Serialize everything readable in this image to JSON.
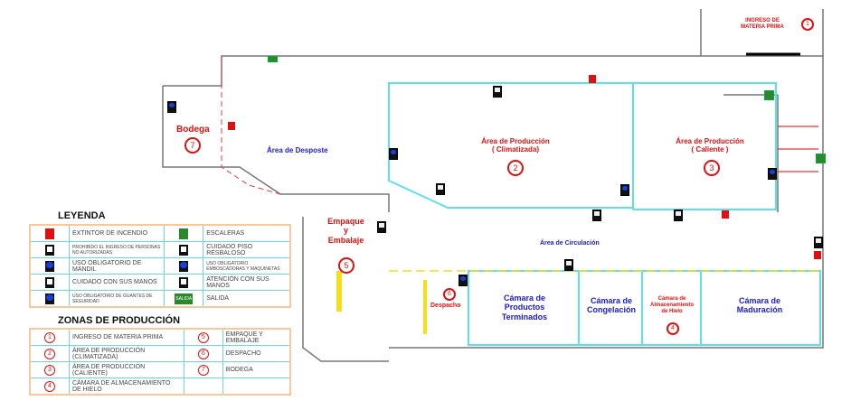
{
  "areas": {
    "bodega": "Bodega",
    "bodega_num": "7",
    "desposte": "Área de Desposte",
    "climatizada": [
      "Área de Producción",
      "( Climatizada)"
    ],
    "climatizada_num": "2",
    "caliente": [
      "Área de Producción",
      "( Caliente )"
    ],
    "caliente_num": "3",
    "ingreso": [
      "INGRESO DE",
      "MATERIA PRIMA"
    ],
    "ingreso_num": "1",
    "empaque": [
      "Empaque",
      "y",
      "Embalaje"
    ],
    "empaque_num": "5",
    "circulacion": "Área de Circulación",
    "despacho": "Despacho",
    "despacho_num": "6",
    "camara_pt": [
      "Cámara de",
      "Productos",
      "Terminados"
    ],
    "camara_cong": [
      "Cámara de",
      "Congelación"
    ],
    "camara_hielo": [
      "Cámara de",
      "Almacenamiento",
      "de Hielo"
    ],
    "camara_hielo_num": "4",
    "camara_mad": [
      "Cámara de",
      "Maduración"
    ]
  },
  "legend": {
    "title": "LEYENDA",
    "rows": [
      [
        "EXTINTOR DE INCENDIO",
        "ESCALERAS"
      ],
      [
        "PROHIBIDO EL INGRESO DE PERSONAS NO AUTORIZADAS",
        "CUIDADO PISO RESBALOSO"
      ],
      [
        "USO OBLIGATORIO DE MANDIL",
        "USO OBLIGATORIO EMBOSCADORAS Y MAQUINETAS"
      ],
      [
        "CUIDADO CON SUS MANOS",
        "ATENCIÓN CON SUS MANOS"
      ],
      [
        "USO OBLIGATORIO DE GUANTES DE SEGURIDAD",
        "SALIDA"
      ]
    ],
    "exit_sign": "SALIDA"
  },
  "zones": {
    "title": "ZONAS DE PRODUCCIÓN",
    "rows": [
      [
        {
          "n": "1",
          "t": "INGRESO DE MATERIA PRIMA"
        },
        {
          "n": "5",
          "t": "EMPAQUE Y EMBALAJE"
        }
      ],
      [
        {
          "n": "2",
          "t": "ÁREA DE PRODUCCIÓN (CLIMATIZADA)"
        },
        {
          "n": "6",
          "t": "DESPACHO"
        }
      ],
      [
        {
          "n": "3",
          "t": "ÁREA DE PRODUCCIÓN (CALIENTE)"
        },
        {
          "n": "7",
          "t": "BODEGA"
        }
      ],
      [
        {
          "n": "4",
          "t": "CÁMARA DE ALMACENAMIENTO DE HIELO"
        },
        {
          "n": "",
          "t": ""
        }
      ]
    ]
  },
  "colors": {
    "zone_wall": "#5ee0e8",
    "label_blue": "#1a1adc",
    "label_red": "#e01010"
  }
}
